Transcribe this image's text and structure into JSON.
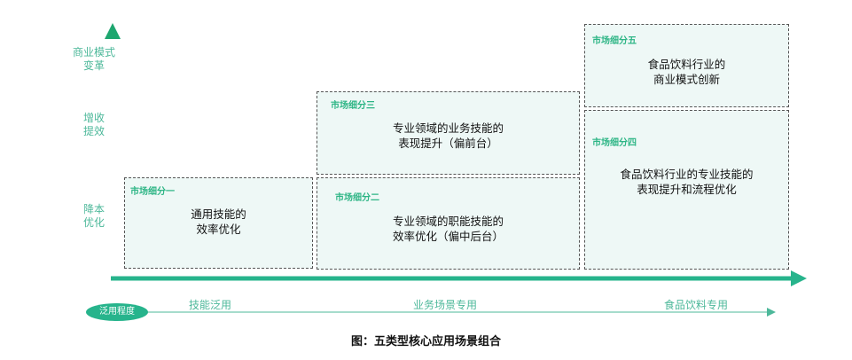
{
  "y_axis": {
    "levels": [
      {
        "label": "商业模式\n变革"
      },
      {
        "label": "增收\n提效"
      },
      {
        "label": "降本\n优化"
      }
    ]
  },
  "x_axis": {
    "title": "泛用程度",
    "levels": [
      "技能泛用",
      "业务场景专用",
      "食品饮料专用"
    ]
  },
  "segments": [
    {
      "tag": "市场细分一",
      "text": "通用技能的\n效率优化"
    },
    {
      "tag": "市场细分二",
      "text": "专业领域的职能技能的\n效率优化（偏中后台）"
    },
    {
      "tag": "市场细分三",
      "text": "专业领域的业务技能的\n表现提升（偏前台）"
    },
    {
      "tag": "市场细分四",
      "text": "食品饮料行业的专业技能的\n表现提升和流程优化"
    },
    {
      "tag": "市场细分五",
      "text": "食品饮料行业的\n商业模式创新"
    }
  ],
  "caption": "图：五类型核心应用场景组合",
  "colors": {
    "axis_green": "#27b48c",
    "label_green": "#4db89a",
    "box_fill": "#eef8f6",
    "box_border": "#555555"
  }
}
